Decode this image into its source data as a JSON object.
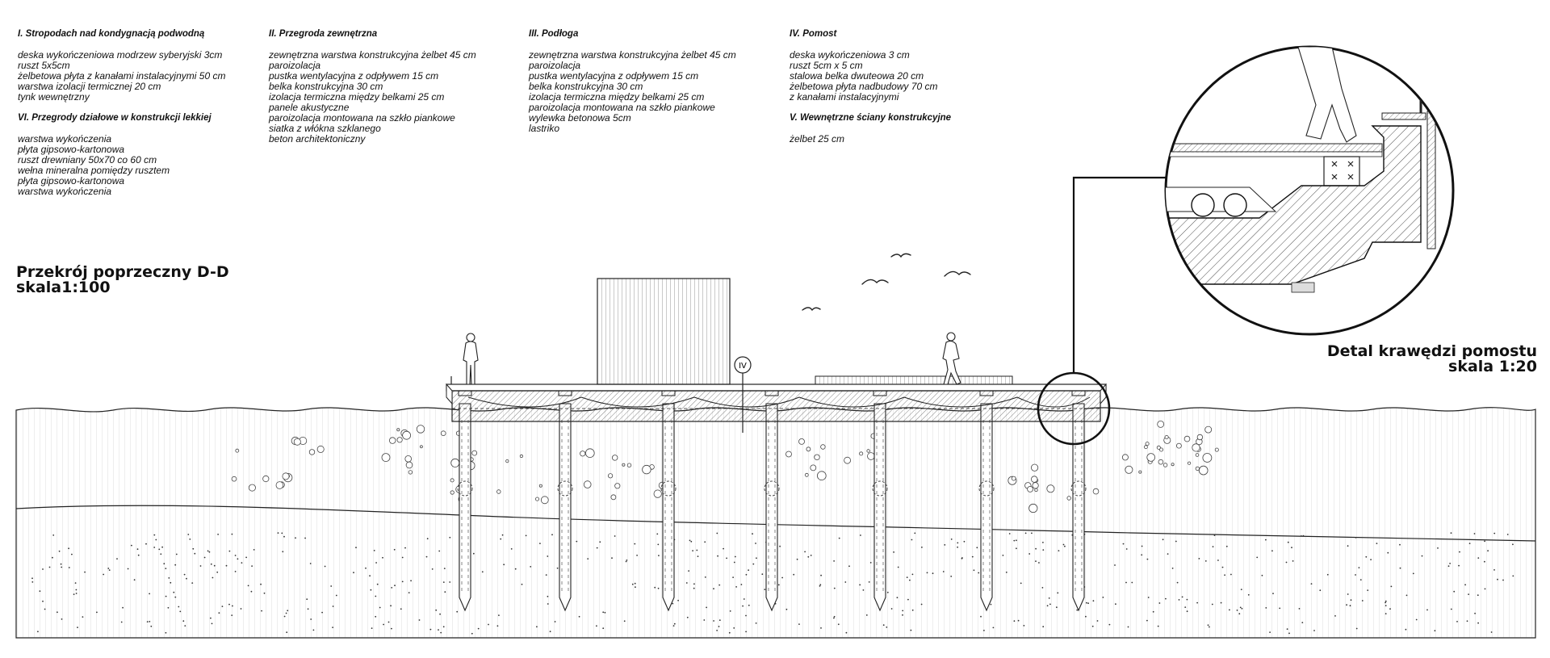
{
  "specs": [
    {
      "heading": "I. Stropodach nad kondygnacją podwodną",
      "items": [
        "deska wykończeniowa modrzew syberyjski 3cm",
        "ruszt 5x5cm",
        "żelbetowa płyta z kanałami instalacyjnymi 50 cm",
        "warstwa izolacji termicznej 20 cm",
        "tynk wewnętrzny"
      ]
    },
    {
      "heading": "VI. Przegrody działowe w konstrukcji lekkiej",
      "items": [
        "warstwa wykończenia",
        "płyta gipsowo-kartonowa",
        "ruszt drewniany 50x70 co 60 cm",
        "wełna mineralna pomiędzy rusztem",
        "płyta gipsowo-kartonowa",
        "warstwa wykończenia"
      ]
    },
    {
      "heading": "II. Przegroda zewnętrzna",
      "items": [
        "zewnętrzna warstwa konstrukcyjna żelbet 45 cm",
        "paroizolacja",
        "pustka wentylacyjna z odpływem 15 cm",
        "belka konstrukcyjna 30 cm",
        "izolacja termiczna między belkami 25 cm",
        "panele akustyczne",
        "paroizolacja montowana na szkło piankowe",
        "siatka z włókna szklanego",
        "beton architektoniczny"
      ]
    },
    {
      "heading": "III. Podłoga",
      "items": [
        "zewnętrzna warstwa konstrukcyjna żelbet 45 cm",
        "paroizolacja",
        "pustka wentylacyjna z odpływem 15 cm",
        "belka konstrukcyjna 30 cm",
        "izolacja termiczna między belkami 25 cm",
        "paroizolacja montowana na szkło piankowe",
        "wylewka betonowa 5cm",
        "lastriko"
      ]
    },
    {
      "heading": "IV. Pomost",
      "items": [
        "deska wykończeniowa 3 cm",
        "ruszt 5cm x 5 cm",
        "stalowa belka dwuteowa 20 cm",
        "żelbetowa płyta nadbudowy 70 cm",
        "z kanałami instalacyjnymi"
      ]
    },
    {
      "heading": "V. Wewnętrzne ściany konstrukcyjne",
      "items": [
        "żelbet 25 cm"
      ]
    }
  ],
  "section_title": {
    "line1": "Przekrój poprzeczny D-D",
    "line2": "skala1:100"
  },
  "detail_title": {
    "line1": "Detal krawędzi pomostu",
    "line2": "skala 1:20"
  },
  "section_marker": "IV"
}
